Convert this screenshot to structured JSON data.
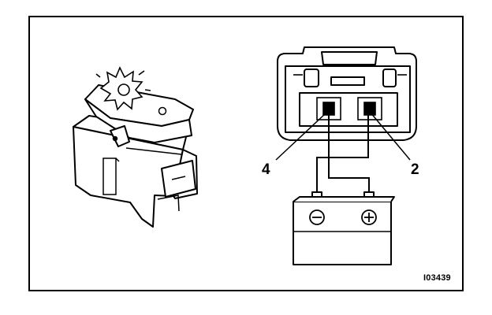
{
  "diagram": {
    "terminal_labels": {
      "left": "4",
      "right": "2"
    },
    "battery": {
      "negative_symbol": "⊖",
      "positive_symbol": "⊕"
    },
    "figure_code": "I03439"
  },
  "colors": {
    "ink": "#000000",
    "paper": "#ffffff",
    "shade": "#bdbdbd"
  }
}
